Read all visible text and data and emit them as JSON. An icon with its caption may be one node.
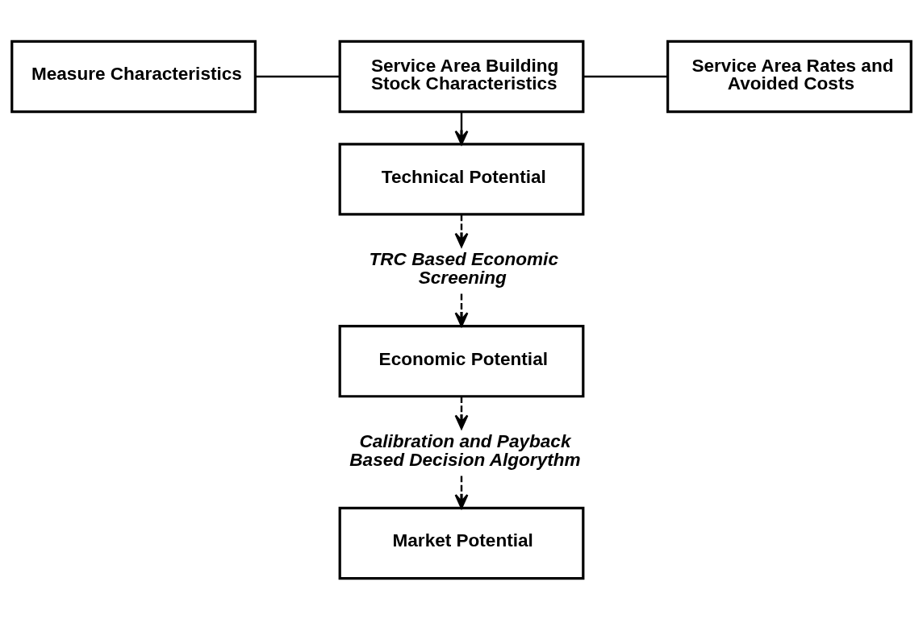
{
  "diagram": {
    "nodes": [
      {
        "text": [
          "Measure Characteristics"
        ]
      },
      {
        "text": [
          "Service Area Building Stock Characteristics"
        ]
      },
      {
        "text": [
          "Service Area Rates and Avoided Costs"
        ]
      },
      {
        "text": [
          "Technical Potential"
        ]
      },
      {
        "text": [
          "TRC Based Economic Screening"
        ]
      },
      {
        "text": [
          "Economic Potential"
        ]
      },
      {
        "text": [
          "Calibration and Payback Based Decision Algorythm"
        ]
      },
      {
        "text": [
          "Market Potential"
        ]
      }
    ],
    "edges": [
      {
        "from": 0,
        "to": 1,
        "arrow": "none"
      },
      {
        "from": 1,
        "to": 2,
        "arrow": "none"
      },
      {
        "from": 1,
        "to": 3,
        "arrow": "to"
      },
      {
        "from": 3,
        "to": 4,
        "arrow": "to",
        "style": "dashed"
      },
      {
        "from": 4,
        "to": 5,
        "arrow": "to",
        "style": "dashed"
      },
      {
        "from": 5,
        "to": 6,
        "arrow": "to",
        "style": "dashed"
      },
      {
        "from": 6,
        "to": 7,
        "arrow": "to",
        "style": "dashed"
      }
    ]
  }
}
